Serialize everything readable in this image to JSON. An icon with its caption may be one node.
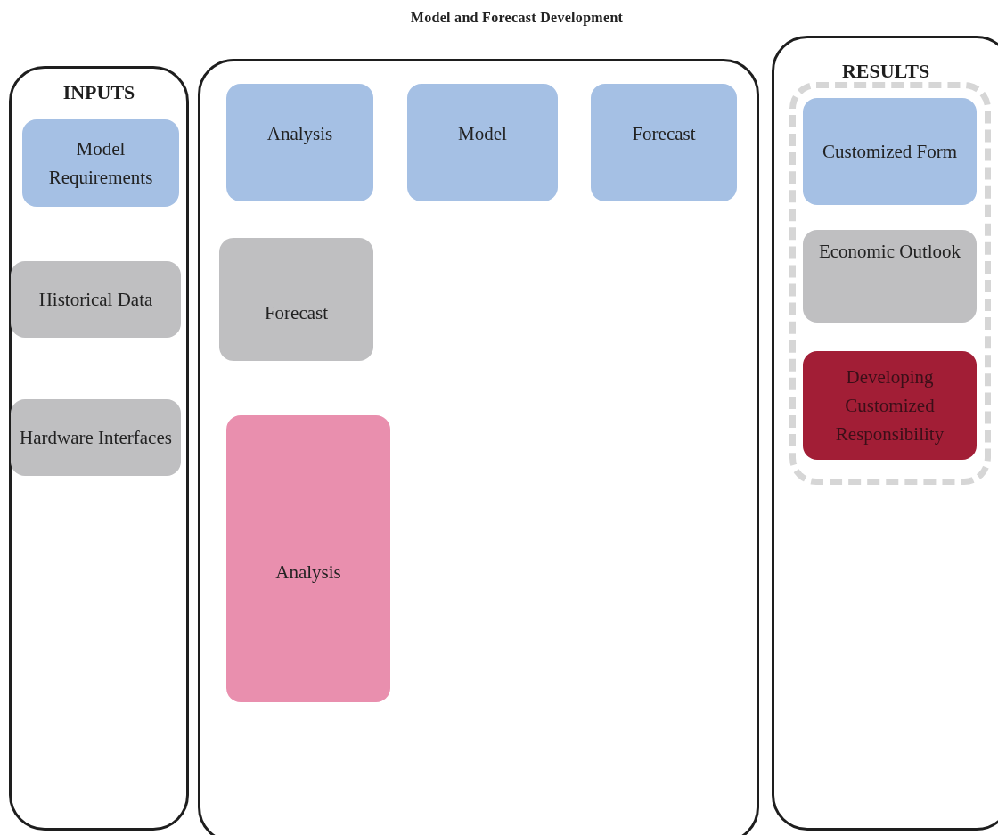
{
  "diagram": {
    "title": "Model and Forecast Development",
    "nodes": [
      {
        "text": [
          "INPUTS"
        ]
      },
      {
        "text": [
          "Model Requirements"
        ],
        "in": 0
      },
      {
        "text": [
          "Historical Data"
        ],
        "in": 0
      },
      {
        "text": [
          "Hardware Interfaces"
        ],
        "in": 0
      },
      {
        "text": [],
        "shape": "box"
      },
      {
        "text": [
          "Analysis"
        ],
        "in": 4
      },
      {
        "text": [
          "Model"
        ],
        "in": 4
      },
      {
        "text": [
          "Forecast"
        ],
        "in": 4
      },
      {
        "text": [
          "Forecast"
        ],
        "in": 4
      },
      {
        "text": [
          "Analysis"
        ],
        "in": 4
      },
      {
        "text": [
          "RESULTS"
        ]
      },
      {
        "text": [],
        "shape": "box",
        "in": 10
      },
      {
        "text": [
          "Customized Form"
        ],
        "in": 11
      },
      {
        "text": [
          "Economic Outlook"
        ],
        "in": 11
      },
      {
        "text": [
          "Developing Customized Responsibility"
        ],
        "in": 11
      }
    ]
  }
}
